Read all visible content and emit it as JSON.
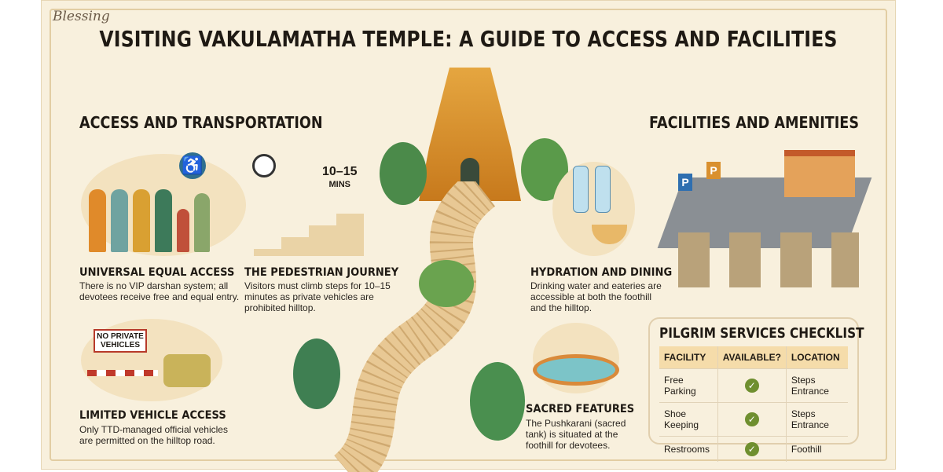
{
  "logo": "Blessing",
  "title": "VISITING VAKULAMATHA TEMPLE: A GUIDE TO ACCESS AND FACILITIES",
  "left": {
    "heading": "ACCESS AND TRANSPORTATION",
    "items": [
      {
        "title": "UNIVERSAL EQUAL ACCESS",
        "text": "There is no VIP darshan system; all devotees receive free and equal entry.",
        "icon": "wheelchair-icon"
      },
      {
        "title": "THE PEDESTRIAN JOURNEY",
        "text": "Visitors must climb steps for 10–15 minutes as private vehicles are prohibited hilltop.",
        "badge": "10–15",
        "badge_unit": "MINS",
        "icon": "clock-icon"
      },
      {
        "title": "LIMITED VEHICLE ACCESS",
        "text": "Only TTD-managed official vehicles are permitted on the hilltop road.",
        "sign": "NO PRIVATE VEHICLES"
      }
    ]
  },
  "middle": {
    "items": [
      {
        "title": "HYDRATION AND DINING",
        "text": "Drinking water and eateries are accessible at both the foothill and the hilltop."
      },
      {
        "title": "SACRED FEATURES",
        "text": "The Pushkarani (sacred tank) is situated at the foothill for devotees."
      }
    ]
  },
  "right": {
    "heading": "FACILITIES AND AMENITIES",
    "parking_signs": [
      "P",
      "P"
    ],
    "checklist": {
      "title": "PILGRIM SERVICES CHECKLIST",
      "columns": [
        "FACILITY",
        "AVAILABLE?",
        "LOCATION"
      ],
      "rows": [
        {
          "facility": "Free Parking",
          "available": true,
          "location": "Steps Entrance"
        },
        {
          "facility": "Shoe Keeping",
          "available": true,
          "location": "Steps Entrance"
        },
        {
          "facility": "Restrooms",
          "available": true,
          "location": "Foothill"
        }
      ]
    }
  },
  "colors": {
    "background": "#f8f0dd",
    "accent_green": "#6f8f2f",
    "header_band": "#f5dcaa",
    "temple": "#d9901f"
  }
}
